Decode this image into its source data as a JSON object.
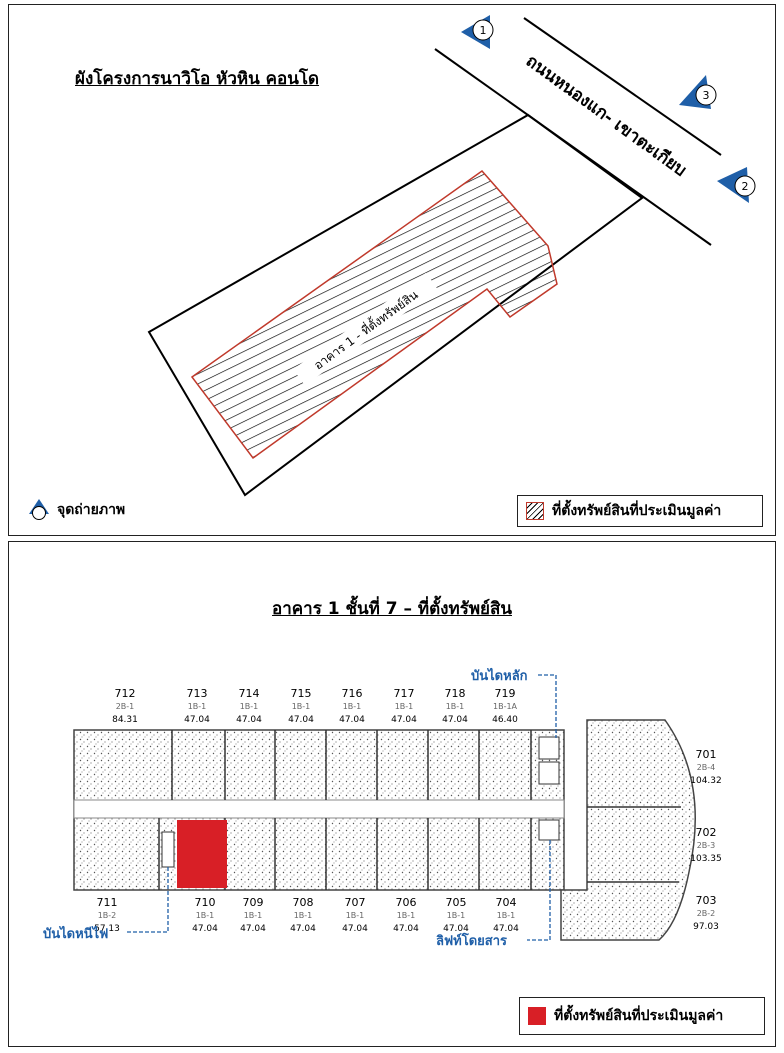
{
  "site_plan": {
    "title": "ผังโครงการนาวิโอ หัวหิน คอนโด",
    "road_label": "ถนนหนองแก- เขาตะเกียบ",
    "building_label": "อาคาร 1 - ที่ตั้งทรัพย์สิน",
    "photo_points": [
      "1",
      "2",
      "3"
    ],
    "photo_legend": "จุดถ่ายภาพ",
    "legend_label": "ที่ตั้งทรัพย์สินที่ประเมินมูลค่า",
    "colors": {
      "hatch_outline": "#c0392b",
      "marker_blue": "#1f5fa8"
    }
  },
  "floor_plan": {
    "title": "อาคาร 1 ชั้นที่ 7 – ที่ตั้งทรัพย์สิน",
    "top_units": [
      {
        "no": "712",
        "type": "2B-1",
        "area": "84.31"
      },
      {
        "no": "713",
        "type": "1B-1",
        "area": "47.04"
      },
      {
        "no": "714",
        "type": "1B-1",
        "area": "47.04"
      },
      {
        "no": "715",
        "type": "1B-1",
        "area": "47.04"
      },
      {
        "no": "716",
        "type": "1B-1",
        "area": "47.04"
      },
      {
        "no": "717",
        "type": "1B-1",
        "area": "47.04"
      },
      {
        "no": "718",
        "type": "1B-1",
        "area": "47.04"
      },
      {
        "no": "719",
        "type": "1B-1A",
        "area": "46.40"
      }
    ],
    "bottom_units": [
      {
        "no": "711",
        "type": "1B-2",
        "area": "57.13"
      },
      {
        "no": "710",
        "type": "1B-1",
        "area": "47.04"
      },
      {
        "no": "709",
        "type": "1B-1",
        "area": "47.04"
      },
      {
        "no": "708",
        "type": "1B-1",
        "area": "47.04"
      },
      {
        "no": "707",
        "type": "1B-1",
        "area": "47.04"
      },
      {
        "no": "706",
        "type": "1B-1",
        "area": "47.04"
      },
      {
        "no": "705",
        "type": "1B-1",
        "area": "47.04"
      },
      {
        "no": "704",
        "type": "1B-1",
        "area": "47.04"
      }
    ],
    "right_units": [
      {
        "no": "701",
        "type": "2B-4",
        "area": "104.32"
      },
      {
        "no": "702",
        "type": "2B-3",
        "area": "103.35"
      },
      {
        "no": "703",
        "type": "2B-2",
        "area": "97.03"
      }
    ],
    "highlighted_unit": "710",
    "labels": {
      "main_stair": "บันไดหลัก",
      "fire_stair": "บันไดหนีไฟ",
      "elevator": "ลิฟท์โดยสาร"
    },
    "legend_label": "ที่ตั้งทรัพย์สินที่ประเมินมูลค่า",
    "colors": {
      "highlight": "#d81f26",
      "label_blue": "#1f5fa8"
    }
  }
}
